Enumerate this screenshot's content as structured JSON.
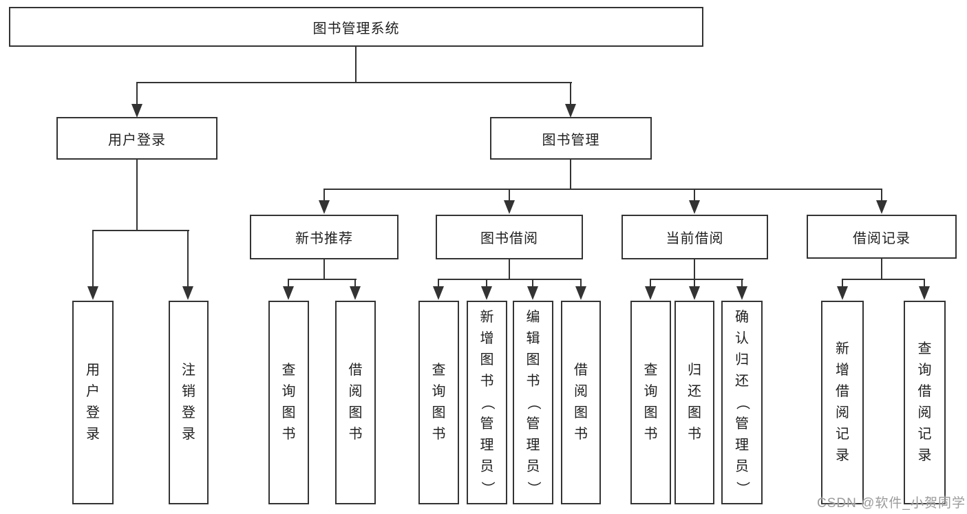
{
  "colors": {
    "line": "#333333",
    "border": "#333333",
    "text": "#1f1f1f",
    "background": "#ffffff",
    "watermark": "#9b9b9b"
  },
  "tree": {
    "root": "图书管理系统",
    "children": [
      {
        "label": "用户登录",
        "children": [
          "用户登录",
          "注销登录"
        ]
      },
      {
        "label": "图书管理",
        "children": [
          {
            "label": "新书推荐",
            "children": [
              "查询图书",
              "借阅图书"
            ]
          },
          {
            "label": "图书借阅",
            "children": [
              "查询图书",
              "新增图书（管理员）",
              "编辑图书（管理员）",
              "借阅图书"
            ]
          },
          {
            "label": "当前借阅",
            "children": [
              "查询图书",
              "归还图书",
              "确认归还（管理员）"
            ]
          },
          {
            "label": "借阅记录",
            "children": [
              "新增借阅记录",
              "查询借阅记录"
            ]
          }
        ]
      }
    ]
  },
  "watermark": {
    "text": "CSDN @软件_小贺同学"
  }
}
